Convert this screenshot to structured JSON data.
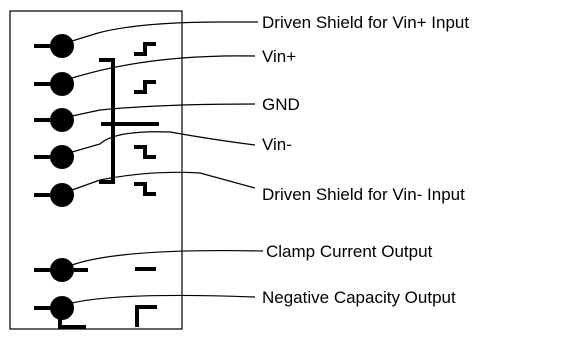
{
  "labels": {
    "driven_shield_pos": "Driven Shield for Vin+ Input",
    "vin_pos": "Vin+",
    "gnd": "GND",
    "vin_neg": "Vin-",
    "driven_shield_neg": "Driven Shield for Vin- Input",
    "clamp_current": "Clamp Current Output",
    "negative_capacity": "Negative Capacity Output"
  }
}
